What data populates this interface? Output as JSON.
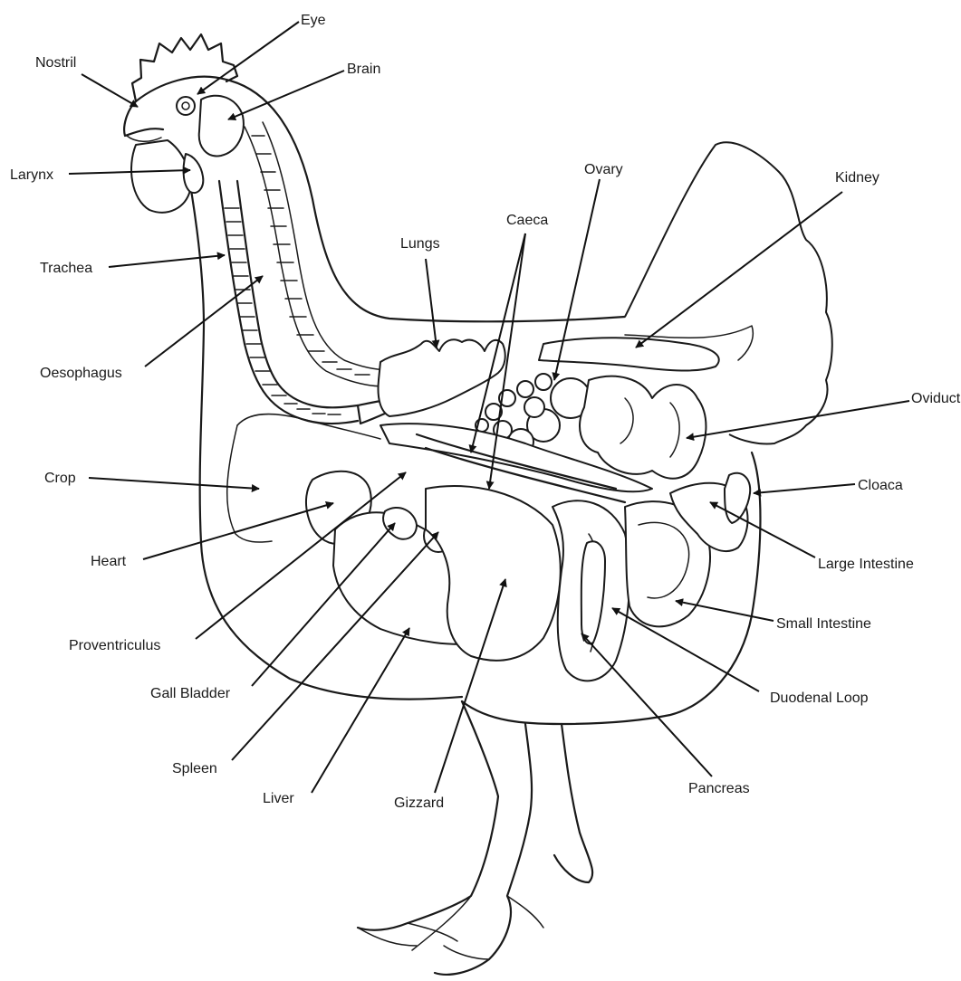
{
  "labels": {
    "nostril": "Nostril",
    "eye": "Eye",
    "brain": "Brain",
    "larynx": "Larynx",
    "trachea": "Trachea",
    "oesophagus": "Oesophagus",
    "lungs": "Lungs",
    "caeca": "Caeca",
    "ovary": "Ovary",
    "kidney": "Kidney",
    "oviduct": "Oviduct",
    "crop": "Crop",
    "cloaca": "Cloaca",
    "heart": "Heart",
    "large_intestine": "Large Intestine",
    "small_intestine": "Small Intestine",
    "proventriculus": "Proventriculus",
    "gall_bladder": "Gall Bladder",
    "duodenal_loop": "Duodenal Loop",
    "spleen": "Spleen",
    "liver": "Liver",
    "gizzard": "Gizzard",
    "pancreas": "Pancreas"
  }
}
